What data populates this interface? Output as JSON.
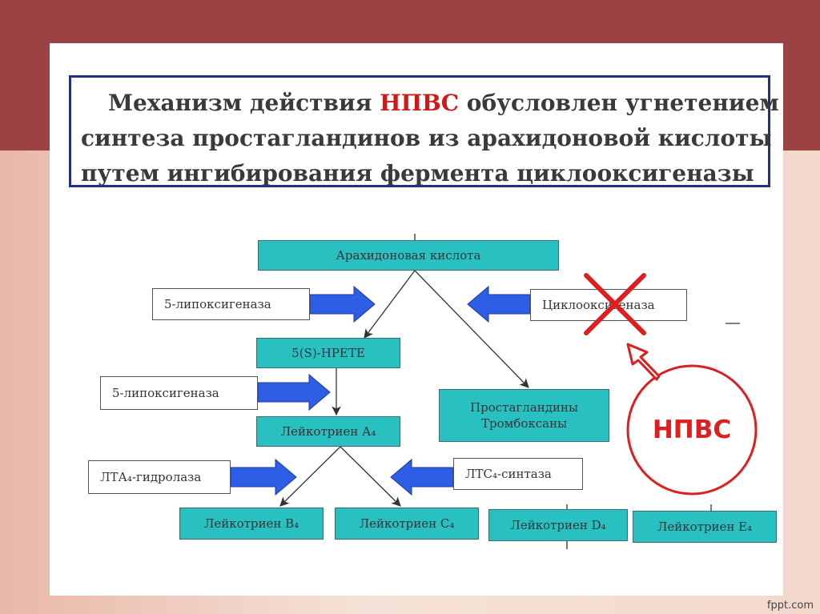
{
  "title": {
    "line1_before": "Механизм действия ",
    "line1_highlight": "НПВС",
    "line1_after": " обусловлен угнетением",
    "line2": "синтеза простагландинов из арахидоновой кислоты",
    "line3": "путем ингибирования фермента циклооксигеназы"
  },
  "nodes": {
    "arachidonic": "Арахидоновая кислота",
    "lipox1": "5-липоксигеназа",
    "cyclox": "Циклооксигеназа",
    "hpete": "5(S)-HPETE",
    "lipox2": "5-липоксигеназа",
    "prost_line1": "Простагландины",
    "prost_line2": "Тромбоксаны",
    "ltA4": "Лейкотриен А₄",
    "lta4_hydrolase": "ЛТА₄-гидролаза",
    "ltc4_synthase": "ЛТС₄-синтаза",
    "ltB4": "Лейкотриен В₄",
    "ltC4": "Лейкотриен С₄",
    "ltD4": "Лейкотриен D₄",
    "ltE4": "Лейкотриен Е₄",
    "nsaid_circle": "НПВС"
  },
  "colors": {
    "teal": "#29c0c2",
    "arrow_blue": "#2f5ee6",
    "red": "#dd1f1f",
    "title_border": "#1f2f86"
  },
  "footer": "fppt.com"
}
